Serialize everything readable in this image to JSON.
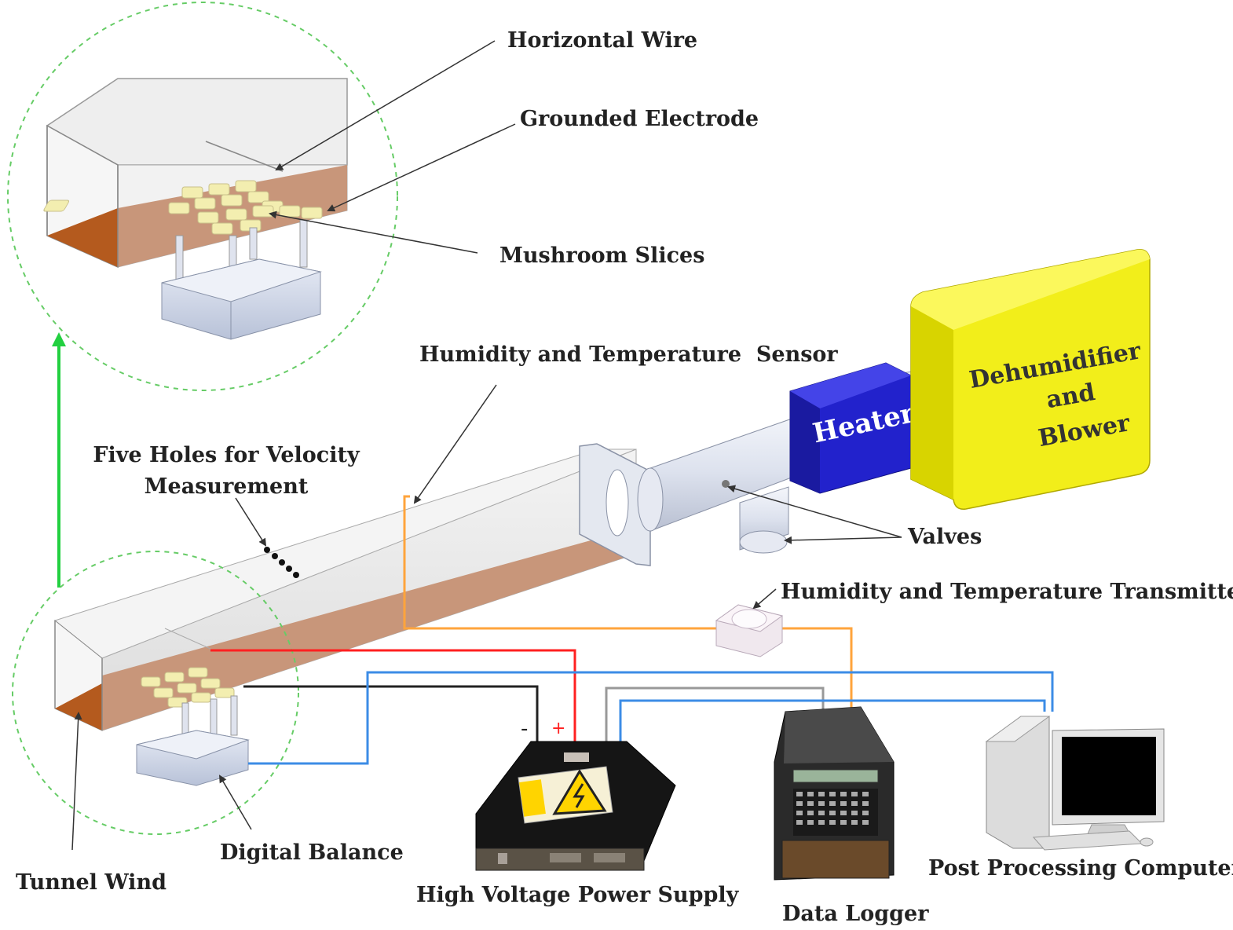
{
  "labels": {
    "horizontal_wire": "Horizontal Wire",
    "grounded_electrode": "Grounded Electrode",
    "mushroom_slices": "Mushroom Slices",
    "humidity_temp_sensor": "Humidity and Temperature  Sensor",
    "five_holes_line1": "Five Holes for Velocity",
    "five_holes_line2": "Measurement",
    "valves": "Valves",
    "humidity_temp_transmitter": "Humidity and Temperature Transmitter",
    "tunnel_wind": "Tunnel Wind",
    "digital_balance": "Digital Balance",
    "high_voltage_power_supply": "High Voltage Power Supply",
    "data_logger": "Data Logger",
    "post_processing_computer": "Post Processing Computer"
  },
  "boxes": {
    "heater": "Heater",
    "dehumidifier_line1": "Dehumidifier",
    "dehumidifier_line2": "and",
    "dehumidifier_line3": "Blower"
  },
  "power_supply": {
    "minus": "-",
    "plus": "+"
  },
  "colors": {
    "tunnel_floor": "#c8967a",
    "tunnel_floor_dark": "#b45a1e",
    "heater": "#2222cc",
    "dehumidifier": "#f2ee1a",
    "wire_red": "#ff2020",
    "wire_orange": "#ffa43c",
    "wire_blue": "#3c8ce6",
    "wire_black": "#222222",
    "green_arrow": "#22d040",
    "dashed_circle": "#66cc66"
  }
}
